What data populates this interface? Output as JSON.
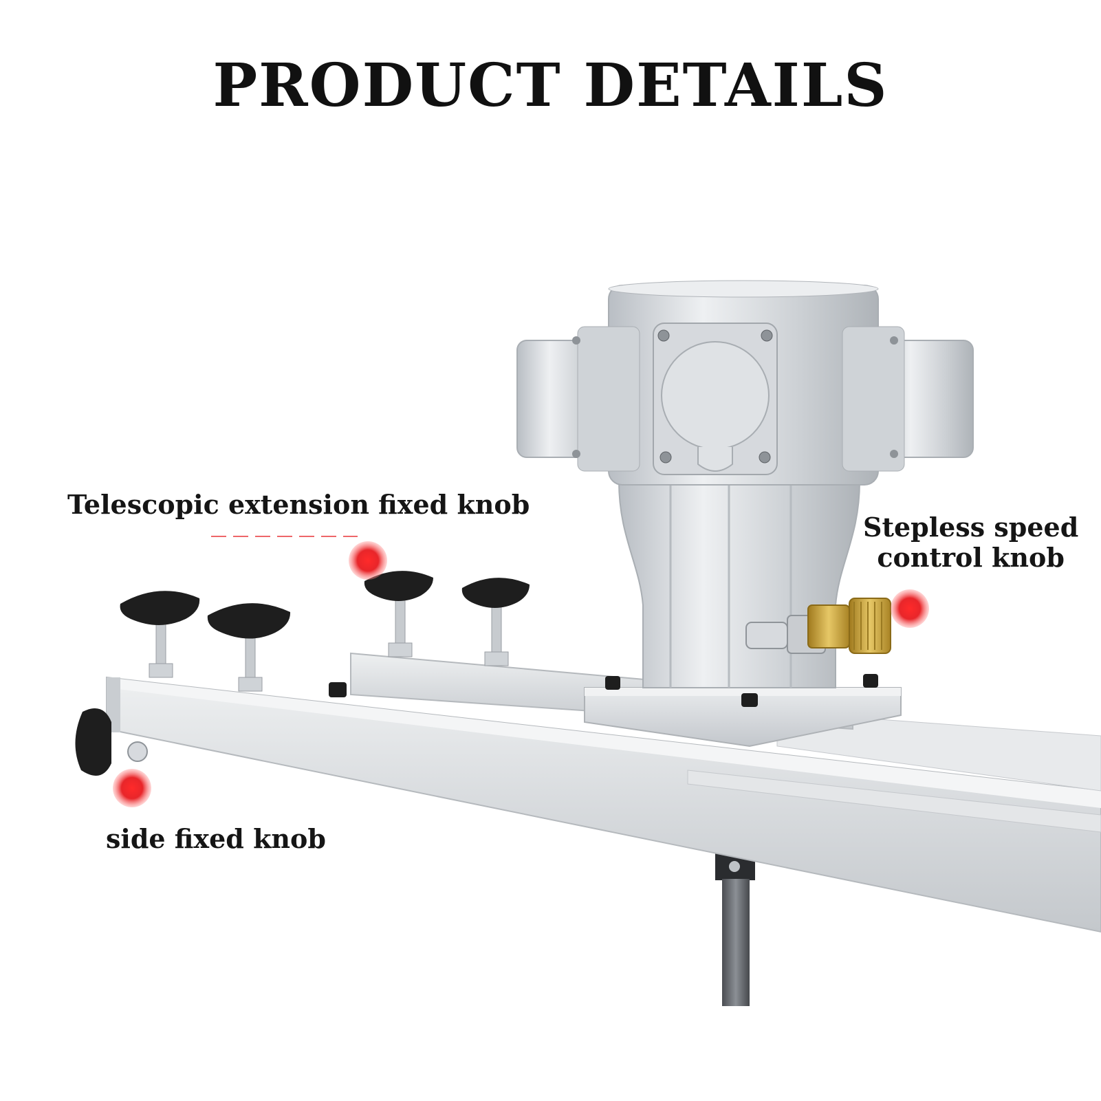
{
  "page": {
    "title": "PRODUCT DETAILS"
  },
  "callouts": {
    "telescopic": "Telescopic extension fixed knob",
    "stepless_line1": "Stepless speed",
    "stepless_line2": "control knob",
    "side": "side fixed knob"
  },
  "colors": {
    "background": "#ffffff",
    "text": "#151515",
    "marker": "#e8262a",
    "aluminum": "#d4d8dc",
    "knob": "#1e1e1e",
    "brass": "#c9a23a"
  },
  "icons": {
    "marker": "red-dot-marker-icon"
  }
}
